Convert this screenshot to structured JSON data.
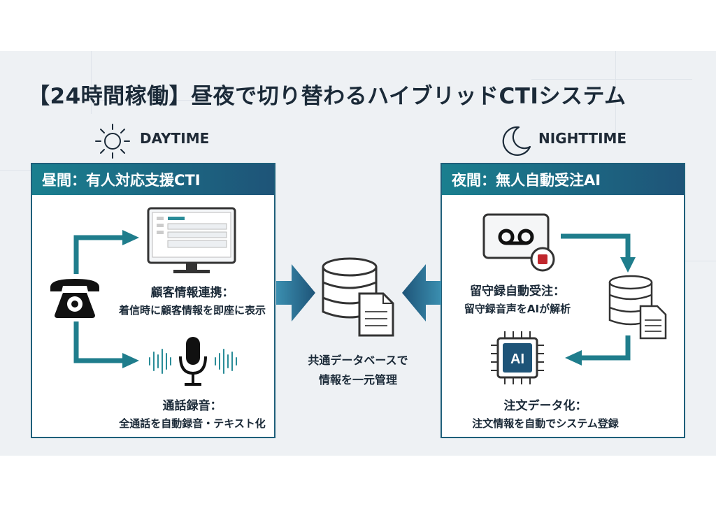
{
  "title": "【24時間稼働】昼夜で切り替わるハイブリッドCTIシステム",
  "daytime": {
    "mode_label": "DAYTIME",
    "panel_title": "昼間：有人対応支援CTI",
    "feature1": {
      "title": "顧客情報連携：",
      "desc": "着信時に顧客情報を即座に表示"
    },
    "feature2": {
      "title": "通話録音：",
      "desc": "全通話を自動録音・テキスト化"
    }
  },
  "nighttime": {
    "mode_label": "NIGHTTIME",
    "panel_title": "夜間：無人自動受注AI",
    "feature1": {
      "title": "留守録自動受注：",
      "desc": "留守録音声をAIが解析"
    },
    "feature2": {
      "title": "注文データ化：",
      "desc": "注文情報を自動でシステム登録"
    },
    "ai_label": "AI"
  },
  "center": {
    "line1": "共通データベースで",
    "line2": "情報を一元管理"
  },
  "colors": {
    "teal": "#1a7f8f",
    "navy": "#1e5478",
    "dark": "#1b2a38",
    "red": "#c0272d"
  }
}
